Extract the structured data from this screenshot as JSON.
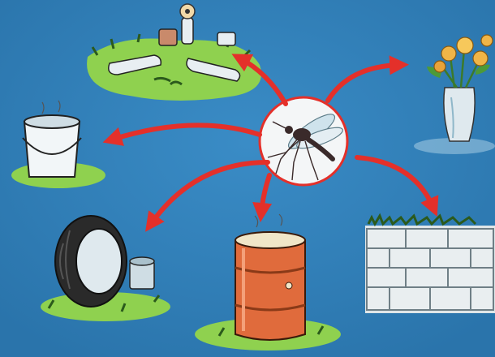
{
  "illustration": {
    "center": {
      "name": "mosquito",
      "icon": "mosquito-icon"
    },
    "breeding_sites": [
      {
        "name": "discarded-cans-and-bottles",
        "icon": "cans-bottles-icon"
      },
      {
        "name": "flower-vase",
        "icon": "vase-icon"
      },
      {
        "name": "bucket",
        "icon": "bucket-icon"
      },
      {
        "name": "old-tyre-and-can",
        "icon": "tyre-icon"
      },
      {
        "name": "oil-drum",
        "icon": "drum-icon"
      },
      {
        "name": "brick-wall",
        "icon": "brick-wall-icon"
      }
    ],
    "colors": {
      "background": "#2f7fb8",
      "arrow": "#e4302a",
      "grass": "#8fd14f",
      "drum": "#e06b3c"
    }
  }
}
